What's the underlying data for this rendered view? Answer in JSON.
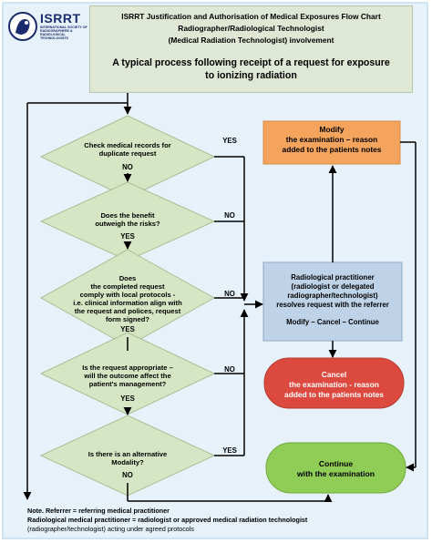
{
  "logo": {
    "name": "ISRRT",
    "subtitle": "INTERNATIONAL SOCIETY OF RADIOGRAPHERS & RADIOLOGICAL TECHNOLOGISTS"
  },
  "title": {
    "line1": "ISRRT Justification and Authorisation of Medical Exposures Flow Chart",
    "line2": "Radiographer/Radiological Technologist",
    "line3": "(Medical Radiation Technologist) involvement",
    "subtitle_line1": "A typical process following receipt of a request for exposure",
    "subtitle_line2": "to ionizing radiation"
  },
  "decisions": [
    {
      "text": [
        "Check medical records for",
        "duplicate request"
      ],
      "branch_right": "YES",
      "branch_down": "NO"
    },
    {
      "text": [
        "Does the benefit",
        "outweigh the risks?"
      ],
      "branch_right": "NO",
      "branch_down": "YES"
    },
    {
      "text": [
        "Does",
        "the completed request",
        "comply with local protocols -",
        "i.e. clinical information align with",
        "the request and polices, request",
        "form signed?"
      ],
      "branch_right": "NO",
      "branch_down": "YES"
    },
    {
      "text": [
        "Is the request appropriate –",
        "will the outcome affect the",
        "patient's management?"
      ],
      "branch_right": "NO",
      "branch_down": "YES"
    },
    {
      "text": [
        "Is there is an alternative",
        "Modality?"
      ],
      "branch_right": "YES",
      "branch_down": "NO"
    }
  ],
  "modify_box": {
    "line1": "Modify",
    "line2": "the examination – reason",
    "line3": "added to the patients notes"
  },
  "practitioner_box": {
    "line1": "Radiological practitioner",
    "line2": "(radiologist or delegated",
    "line3": "radiographer/technologist)",
    "line4": "resolves request with the referrer",
    "options": "Modify – Cancel – Continue"
  },
  "cancel_box": {
    "line1": "Cancel",
    "line2": "the examination - reason",
    "line3": "added to the patients notes"
  },
  "continue_box": {
    "line1": "Continue",
    "line2": "with the examination"
  },
  "notes": {
    "line1": "Note. Referrer = referring medical practitioner",
    "line2": "Radiological medical practitioner = radiologist or approved medical radiation technologist",
    "line3": "(radiographer/technologist) acting under agreed protocols"
  },
  "colors": {
    "decision_fill": "#d6e6c4",
    "modify_fill": "#f4a45d",
    "practitioner_fill": "#bfd3e8",
    "cancel_fill": "#dc4a3f",
    "continue_fill": "#8fcd57",
    "title_fill": "#dfe8d5",
    "background": "#e6f1f9"
  }
}
